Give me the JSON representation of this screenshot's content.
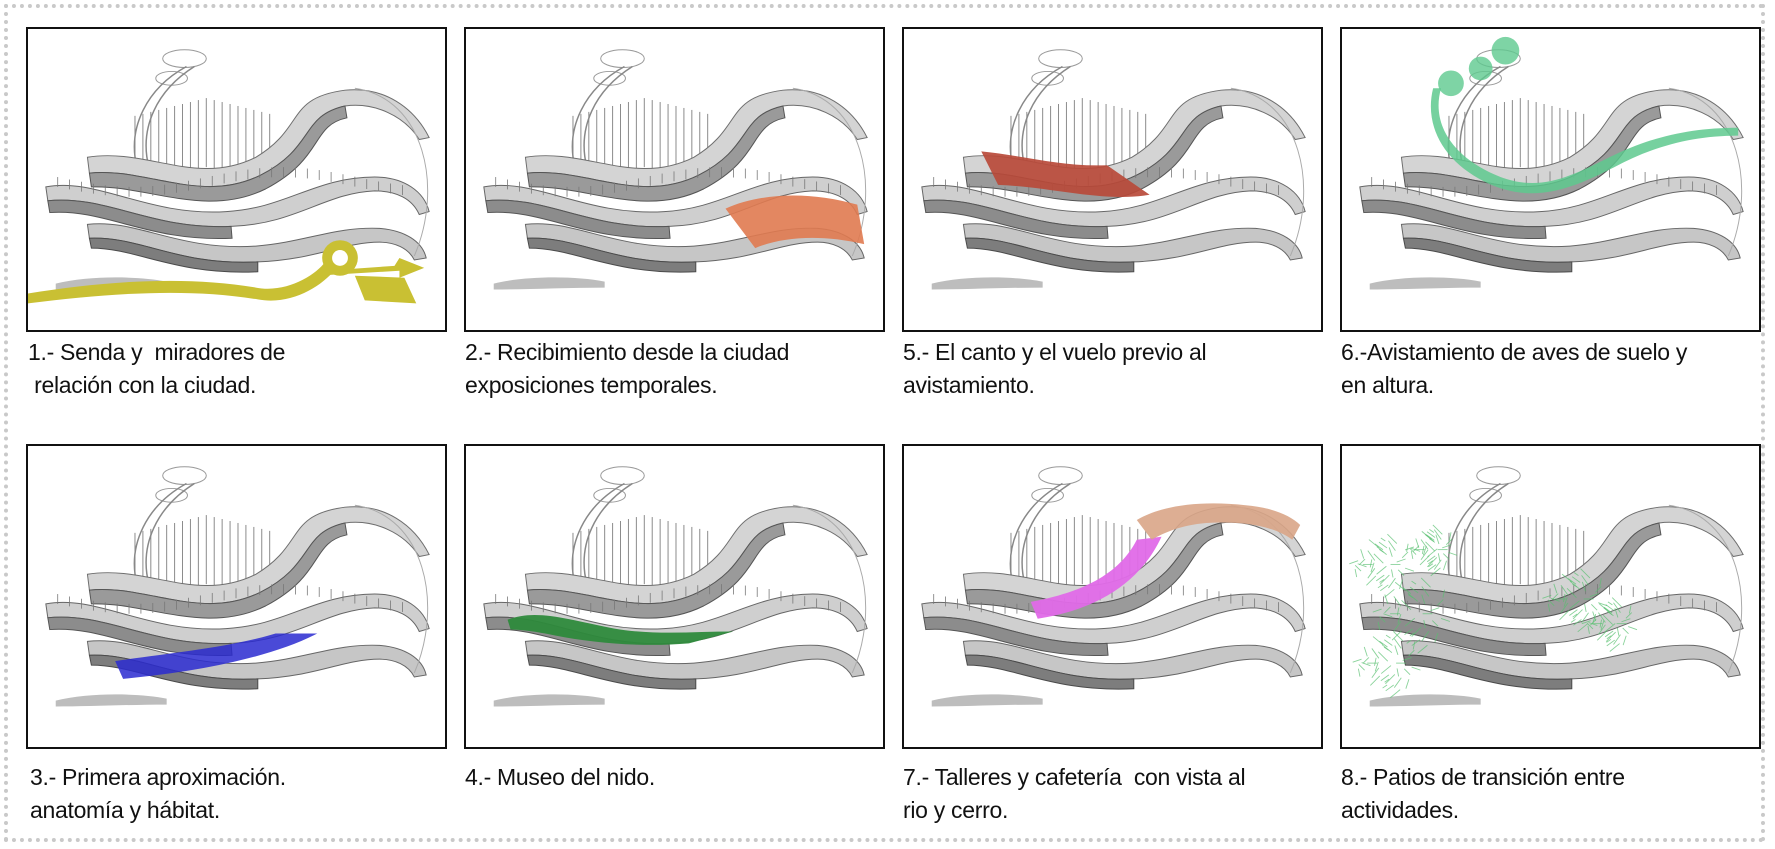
{
  "panels": [
    {
      "caption": [
        "1.- Senda y  miradores de",
        " relación con la ciudad."
      ],
      "highlight": "path",
      "color": "#c9c033"
    },
    {
      "caption": [
        "2.- Recibimiento desde la ciudad",
        "exposiciones temporales."
      ],
      "highlight": "right-ramp",
      "color": "#e07a50"
    },
    {
      "caption": [
        "5.- El canto y el vuelo previo al",
        "avistamiento."
      ],
      "highlight": "left-upper",
      "color": "#b84a3a"
    },
    {
      "caption": [
        "6.-Avistamiento de aves de suelo y",
        "en altura."
      ],
      "highlight": "tower-arc",
      "color": "#5ec98e"
    },
    {
      "caption": [
        "3.- Primera aproximación.",
        "anatomía y hábitat."
      ],
      "highlight": "lower-band",
      "color": "#2a2ad0"
    },
    {
      "caption": [
        "4.- Museo del nido."
      ],
      "highlight": "mid-band",
      "color": "#2e8a3c"
    },
    {
      "caption": [
        "7.- Talleres y cafetería  con vista al",
        "rio y cerro."
      ],
      "highlight": "diagonal",
      "color": "#e06ae8"
    },
    {
      "caption": [
        "8.- Patios de transición entre",
        "actividades."
      ],
      "highlight": "trees",
      "color": "#58c070"
    }
  ]
}
